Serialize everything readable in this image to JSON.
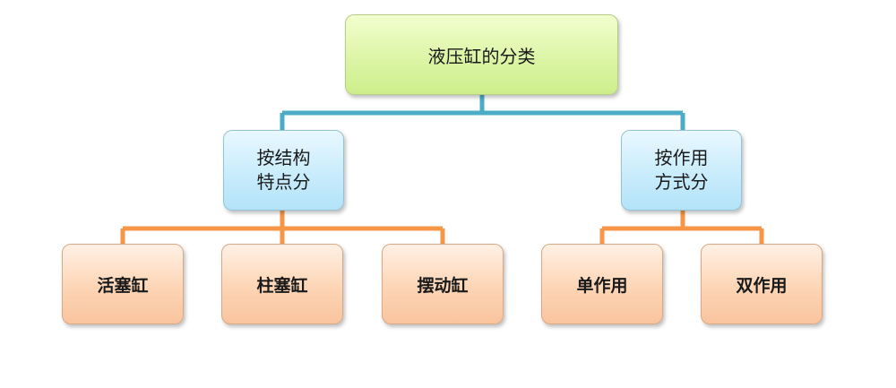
{
  "root": {
    "label": "液压缸的分类"
  },
  "categories": [
    {
      "label": "按结构\n特点分",
      "children": [
        "活塞缸",
        "柱塞缸",
        "摆动缸"
      ]
    },
    {
      "label": "按作用\n方式分",
      "children": [
        "单作用",
        "双作用"
      ]
    }
  ],
  "colors": {
    "root_connector": "#4bacc6",
    "leaf_connector": "#f79646"
  }
}
